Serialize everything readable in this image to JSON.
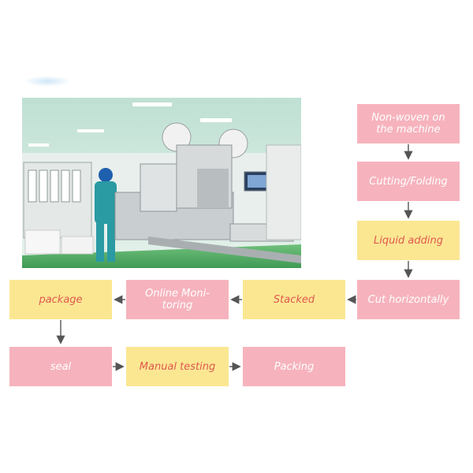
{
  "steps": {
    "nonwoven": "Non-woven on the machine",
    "cutting_folding": "Cutting/Folding",
    "liquid_adding": "Liquid adding",
    "cut_horizontally": "Cut horizontally",
    "stacked": "Stacked",
    "online_monitoring": "Online Moni-toring",
    "package": "package",
    "seal": "seal",
    "manual_testing": "Manual testing",
    "packing": "Packing"
  },
  "colors": {
    "pink_box": "#f6b3bd",
    "yellow_box": "#fbe792",
    "pink_text": "#ffffff",
    "yellow_text": "#e0584f",
    "arrow": "#555555"
  }
}
